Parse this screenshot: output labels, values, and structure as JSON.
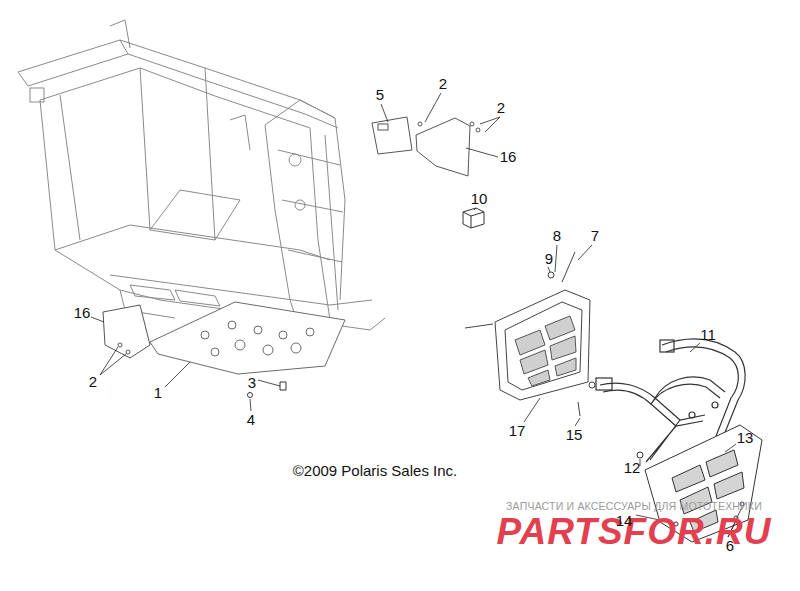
{
  "diagram": {
    "labels": [
      "5",
      "2",
      "2",
      "16",
      "10",
      "8",
      "7",
      "9",
      "16",
      "11",
      "2",
      "1",
      "3",
      "4",
      "17",
      "15",
      "13",
      "12",
      "©2009 Polaris Sales Inc.",
      "ЗАПЧАСТИ И АКСЕССУАРЫ ДЛЯ МОТОТЕХНИКИ",
      "PARTSFOR.RU",
      "14",
      "6"
    ]
  }
}
